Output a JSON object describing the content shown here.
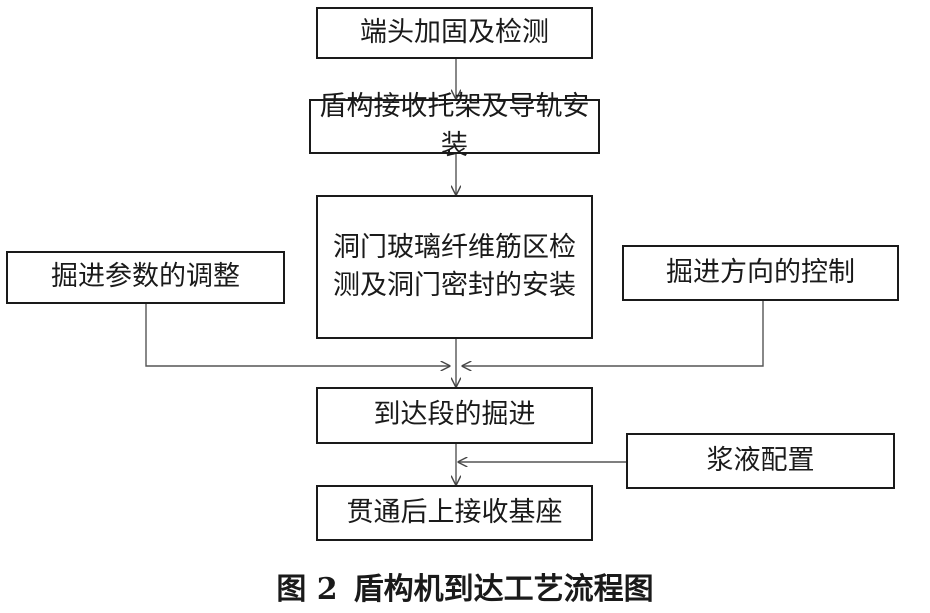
{
  "nodes": {
    "reinforce": {
      "label": "端头加固及检测"
    },
    "bracket": {
      "label": "盾构接收托架及导轨安装"
    },
    "seal": {
      "line1": "洞门玻璃纤维筋区检",
      "line2": "测及洞门密封的安装"
    },
    "params": {
      "label": "掘进参数的调整"
    },
    "direction": {
      "label": "掘进方向的控制"
    },
    "excavation": {
      "label": "到达段的掘进"
    },
    "grout": {
      "label": "浆液配置"
    },
    "receive": {
      "label": "贯通后上接收基座"
    }
  },
  "caption": {
    "number": "图 2",
    "title": "盾构机到达工艺流程图"
  }
}
